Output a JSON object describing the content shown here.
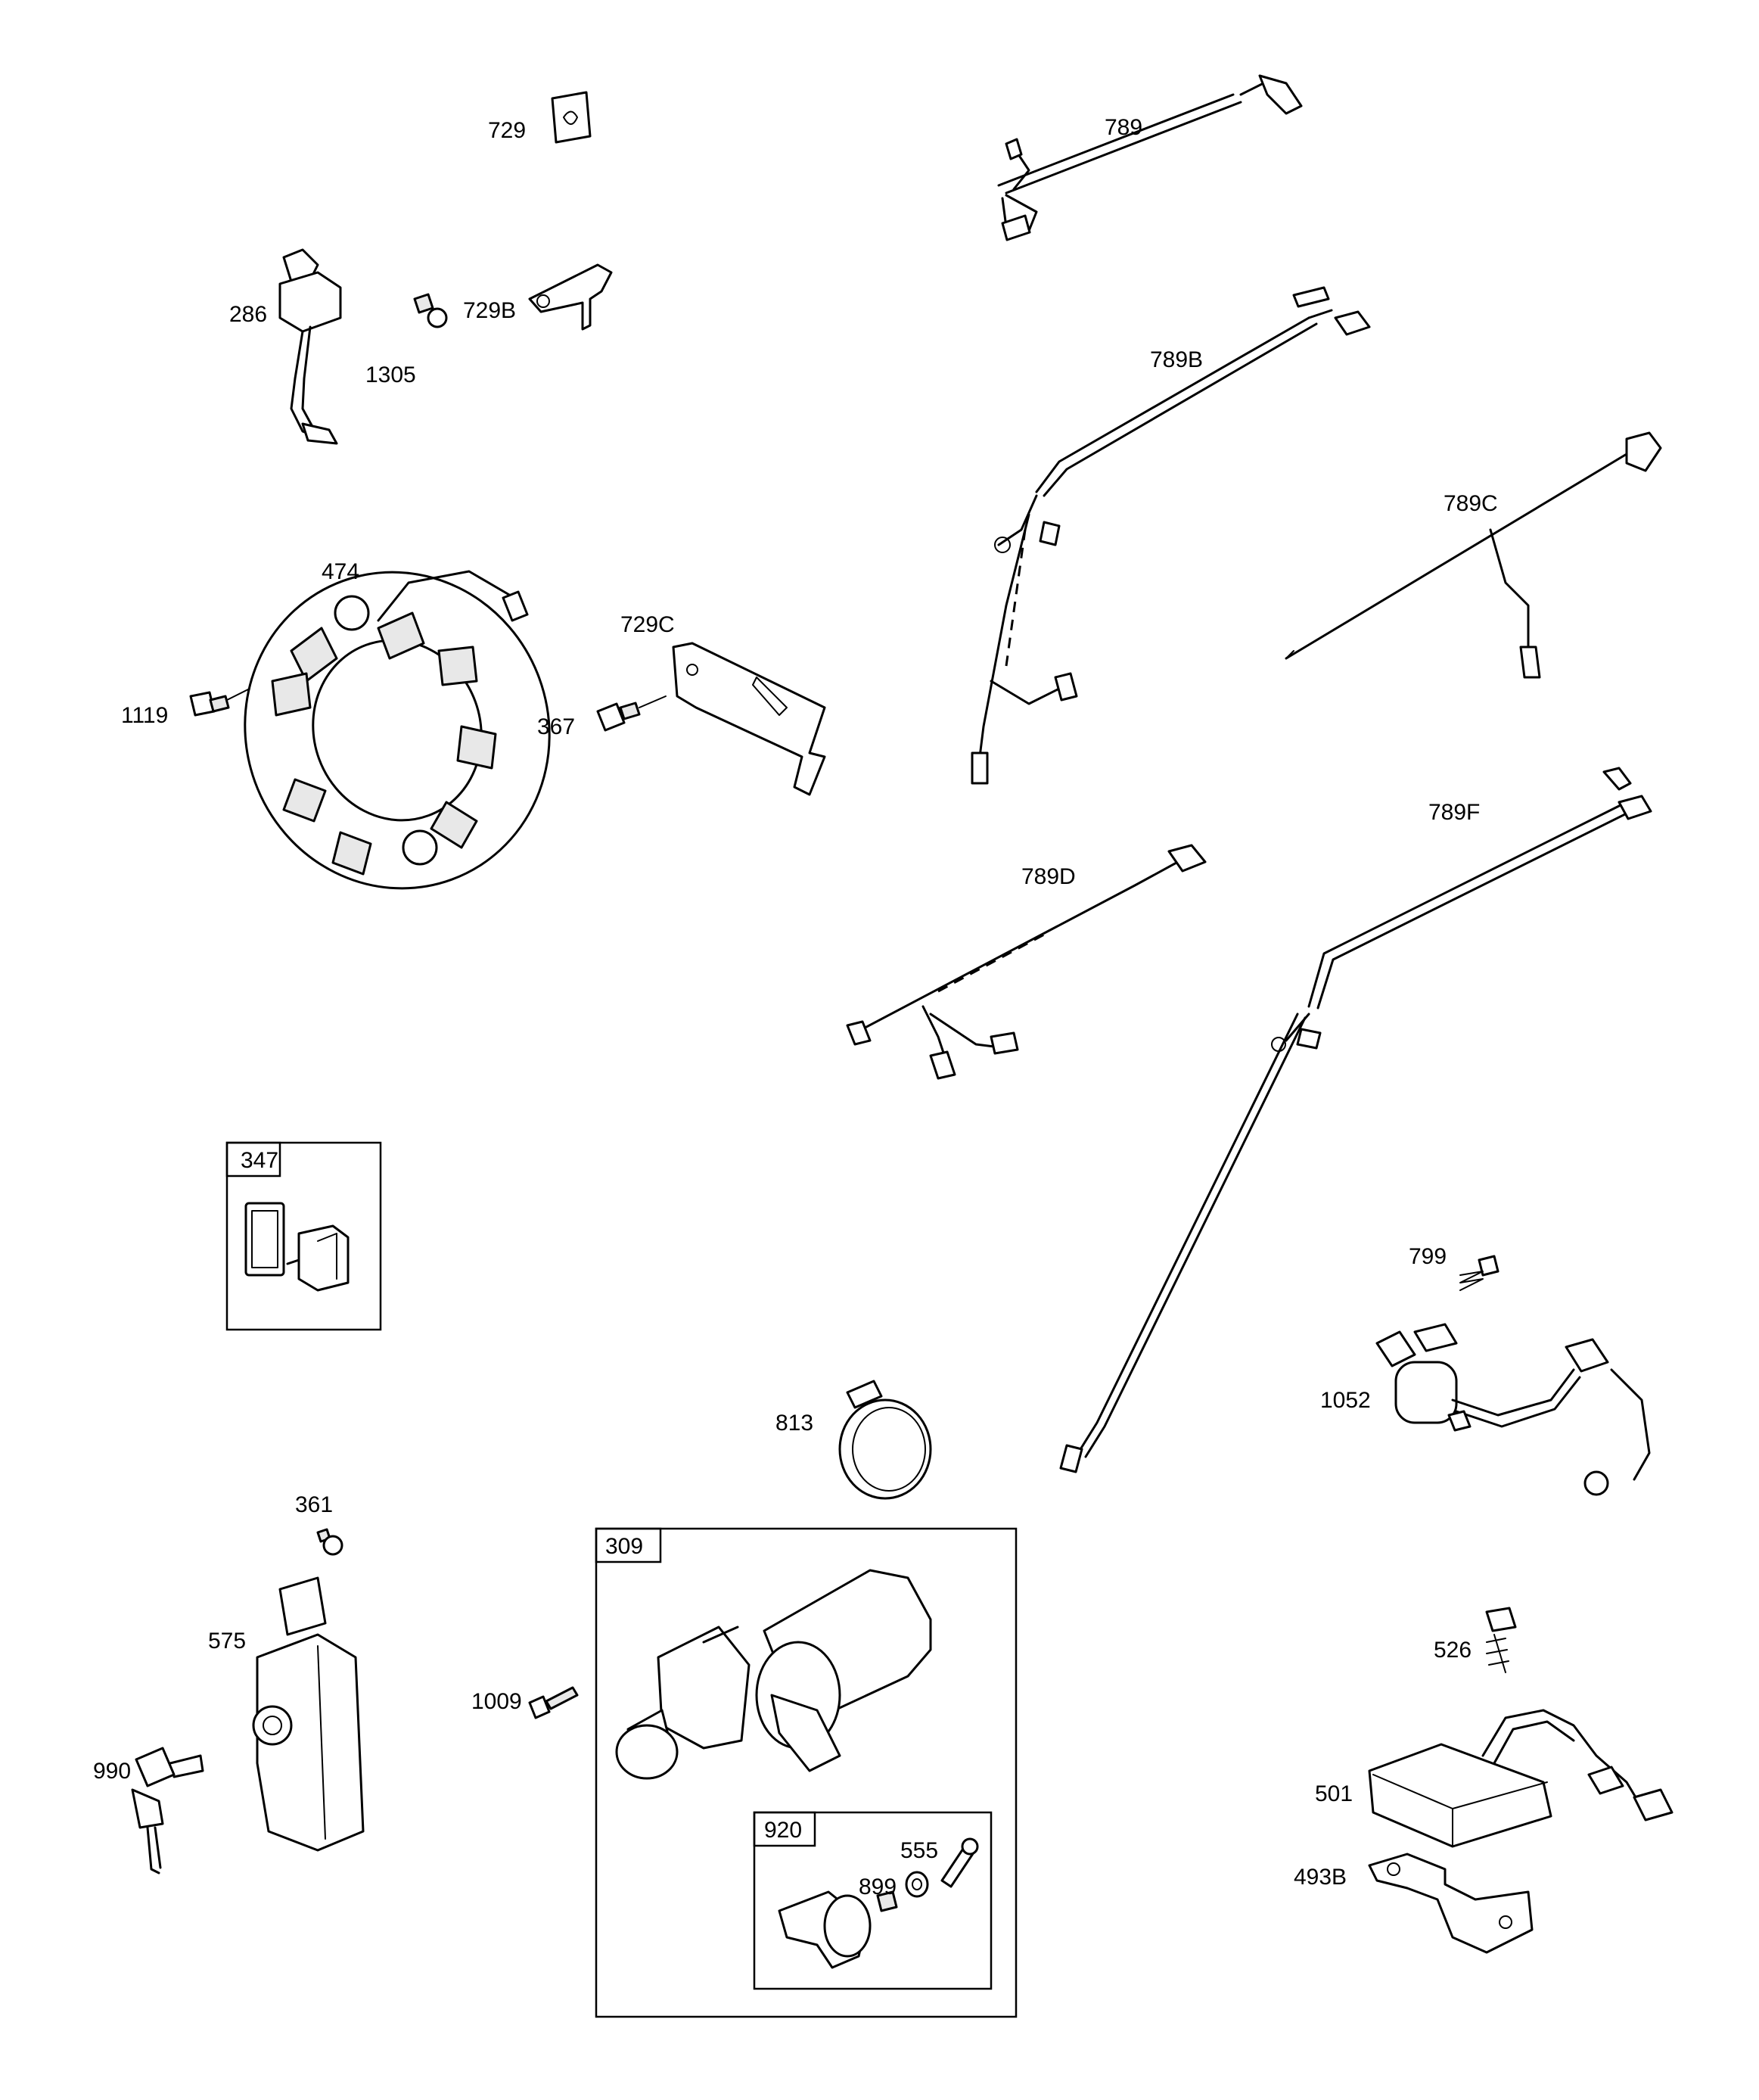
{
  "labels": {
    "p729": "729",
    "p789": "789",
    "p286": "286",
    "p729b": "729B",
    "p1305": "1305",
    "p789b": "789B",
    "p789c": "789C",
    "p474": "474",
    "p729c": "729C",
    "p1119": "1119",
    "p367": "367",
    "p789f": "789F",
    "p789d": "789D",
    "p347": "347",
    "p799": "799",
    "p1052": "1052",
    "p813": "813",
    "p361": "361",
    "p309": "309",
    "p575": "575",
    "p526": "526",
    "p1009": "1009",
    "p501": "501",
    "p990": "990",
    "p920": "920",
    "p555": "555",
    "p899": "899",
    "p493b": "493B"
  }
}
